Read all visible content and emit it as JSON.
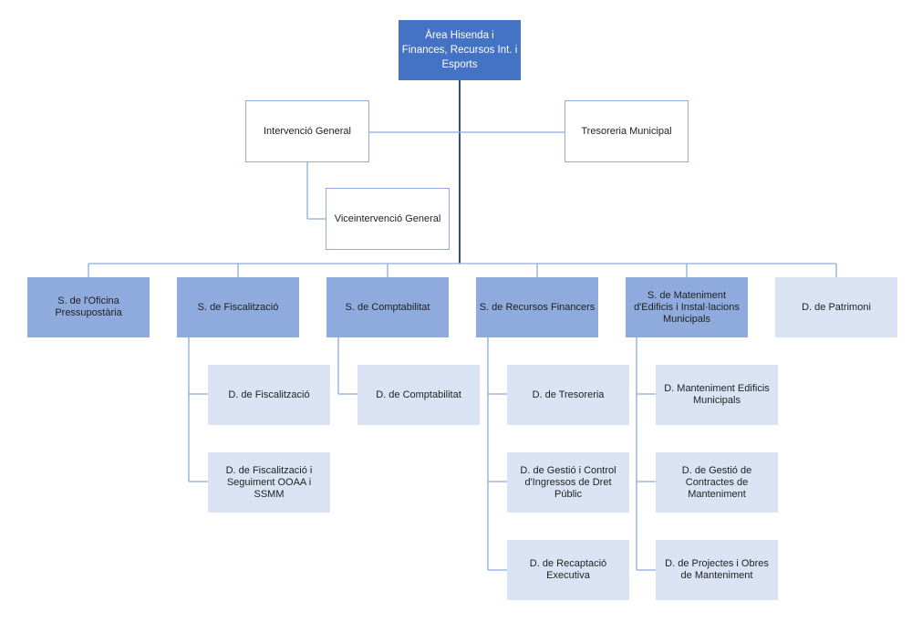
{
  "colors": {
    "top_fill": "#4472c4",
    "section_fill": "#8faadc",
    "department_fill": "#dae3f3",
    "connector": "#2f528f"
  },
  "org": {
    "area": "Àrea Hisenda i Finances, Recursos Int. i Esports",
    "intervencio": "Intervenció General",
    "tresoreria": "Tresoreria Municipal",
    "viceintervencio": "Viceintervenció General",
    "sections": [
      {
        "label": "S. de l'Oficina Pressupostària",
        "departments": []
      },
      {
        "label": "S. de Fiscalització",
        "departments": [
          "D. de Fiscalització",
          "D. de Fiscalització i Seguiment OOAA i SSMM"
        ]
      },
      {
        "label": "S. de Comptabilitat",
        "departments": [
          "D. de Comptabilitat"
        ]
      },
      {
        "label": "S. de Recursos Financers",
        "departments": [
          "D. de Tresoreria",
          "D. de Gestió i Control d'Ingressos de Dret Públic",
          "D. de Recaptació Executiva"
        ]
      },
      {
        "label": "S. de Mateniment d'Edificis i Instal·lacions Municipals",
        "departments": [
          "D. Manteniment Edificis Municipals",
          "D. de Gestió de Contractes de Manteniment",
          "D. de Projectes i Obres de Manteniment"
        ]
      },
      {
        "label": "D. de Patrimoni",
        "departments": []
      }
    ]
  }
}
